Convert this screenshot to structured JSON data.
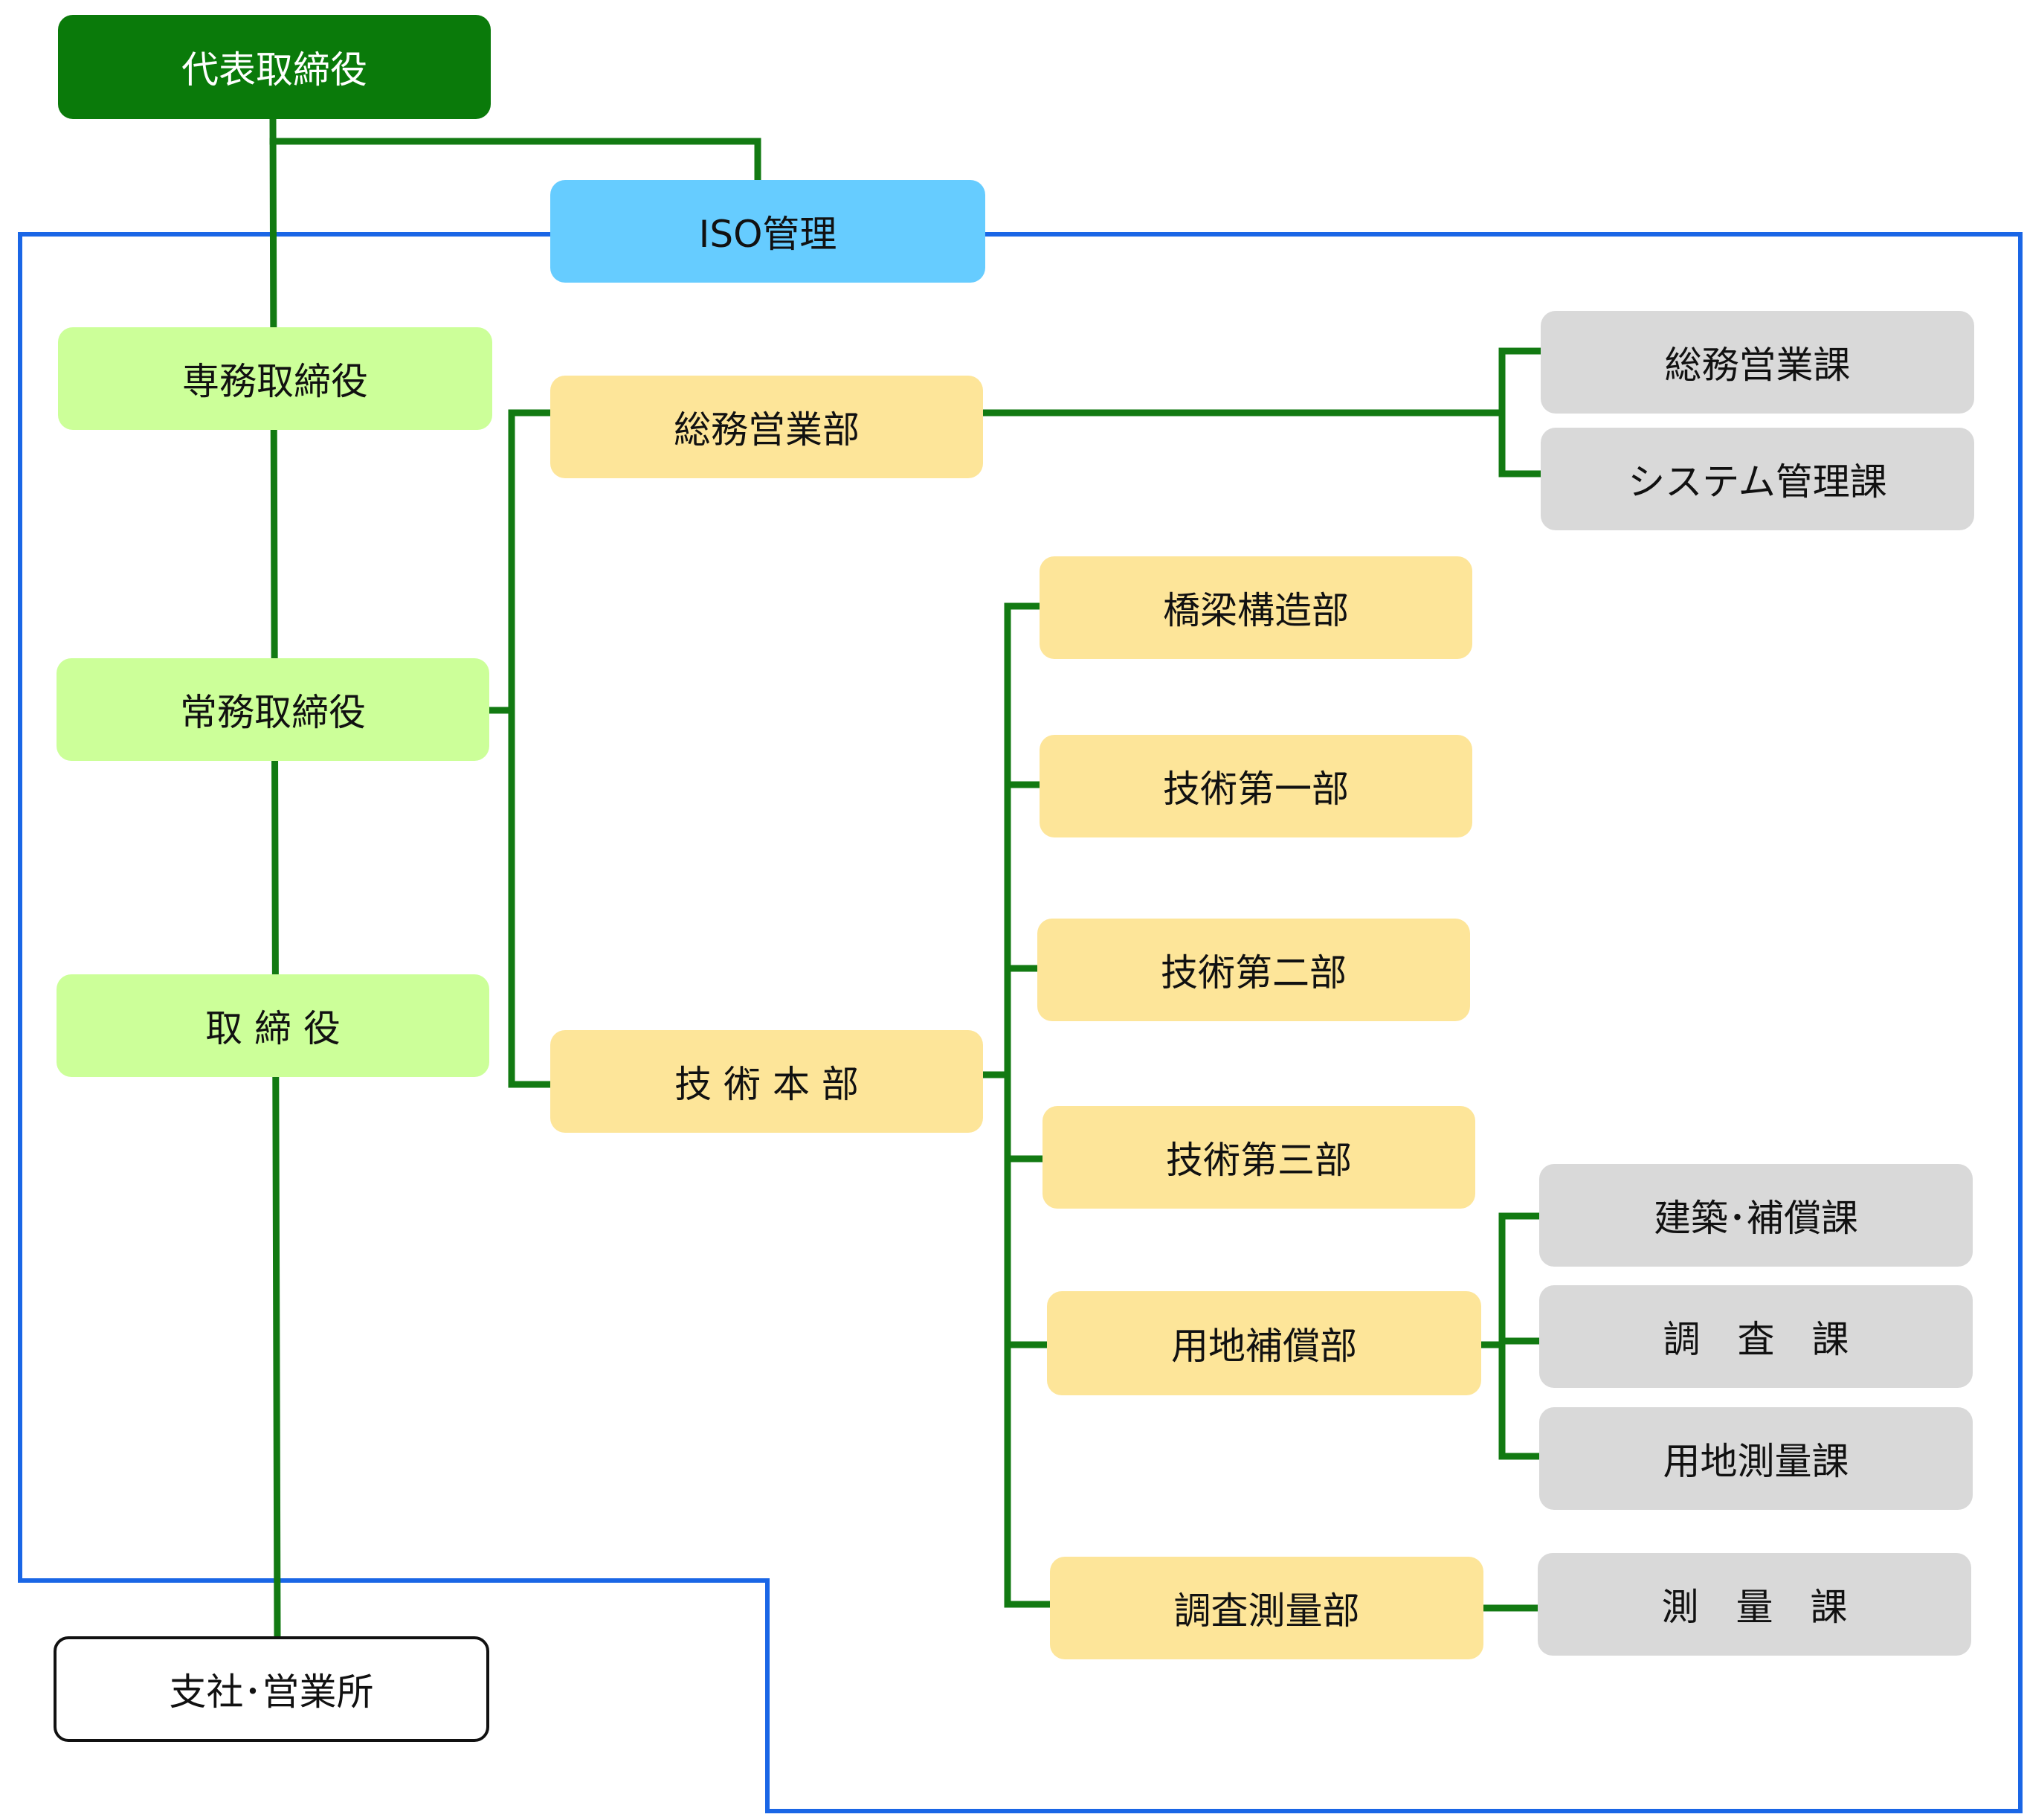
{
  "colors": {
    "line": "#127a12",
    "scope_border": "#1a66e6",
    "executive": "#0a7a0a",
    "iso": "#66ccff",
    "director": "#ccff99",
    "department": "#fde599",
    "section": "#d9d9d9"
  },
  "nodes": {
    "president": "代表取締役",
    "iso": "ISO管理",
    "senior_managing": "専務取締役",
    "managing": "常務取締役",
    "director": "取 締 役",
    "branch": "支社･営業所",
    "general_affairs_sales_dept": "総務営業部",
    "engineering_hq": "技 術 本 部",
    "bridge_dept": "橋梁構造部",
    "tech1_dept": "技術第一部",
    "tech2_dept": "技術第二部",
    "tech3_dept": "技術第三部",
    "land_comp_dept": "用地補償部",
    "survey_dept": "調査測量部",
    "general_affairs_sales_sect": "総務営業課",
    "system_mgmt_sect": "システム管理課",
    "building_comp_sect": "建築･補償課",
    "investigation_sect": "調　査　課",
    "land_survey_sect": "用地測量課",
    "survey_sect": "測　量　課"
  }
}
